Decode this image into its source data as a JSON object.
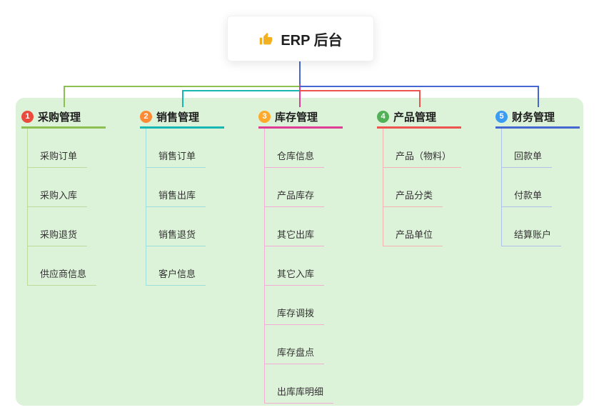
{
  "root": {
    "title": "ERP 后台",
    "icon": "thumbs-up-icon"
  },
  "canvas": {
    "background": "#ffffff",
    "panel_background": "#ddf3d9"
  },
  "connector_root_color": "#4667d2",
  "branches": [
    {
      "number": "1",
      "label": "采购管理",
      "badge_color": "#ea4b3c",
      "line_color": "#8cc152",
      "item_line_color": "#bcdc9e",
      "items": [
        "采购订单",
        "采购入库",
        "采购退货",
        "供应商信息"
      ]
    },
    {
      "number": "2",
      "label": "销售管理",
      "badge_color": "#ff8a34",
      "line_color": "#17b8b4",
      "item_line_color": "#9fdedb",
      "items": [
        "销售订单",
        "销售出库",
        "销售退货",
        "客户信息"
      ]
    },
    {
      "number": "3",
      "label": "库存管理",
      "badge_color": "#ffaa2b",
      "line_color": "#de3d96",
      "item_line_color": "#f2aed5",
      "items": [
        "仓库信息",
        "产品库存",
        "其它出库",
        "其它入库",
        "库存调拨",
        "库存盘点",
        "出库库明细"
      ]
    },
    {
      "number": "4",
      "label": "产品管理",
      "badge_color": "#52b157",
      "line_color": "#ef5350",
      "item_line_color": "#f6b3b1",
      "items": [
        "产品（物料）",
        "产品分类",
        "产品单位"
      ]
    },
    {
      "number": "5",
      "label": "财务管理",
      "badge_color": "#3b9cf3",
      "line_color": "#4667d2",
      "item_line_color": "#afc0ea",
      "items": [
        "回款单",
        "付款单",
        "结算账户"
      ]
    }
  ]
}
